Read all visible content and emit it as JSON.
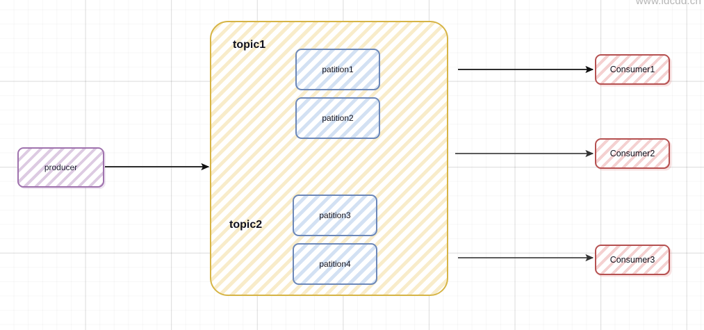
{
  "watermark": {
    "text": "www.idcdd.cn"
  },
  "diagram": {
    "type": "kafka-topic-partition-flow",
    "producer": {
      "label": "producer"
    },
    "topics": [
      {
        "name": "topic1",
        "partitions": [
          {
            "label": "patition1"
          },
          {
            "label": "patition2"
          }
        ]
      },
      {
        "name": "topic2",
        "partitions": [
          {
            "label": "patition3"
          },
          {
            "label": "patition4"
          }
        ]
      }
    ],
    "consumers": [
      {
        "label": "Consumer1"
      },
      {
        "label": "Consumer2"
      },
      {
        "label": "Consumer3"
      }
    ],
    "connections": [
      {
        "from": "producer",
        "to": "topic-container"
      },
      {
        "from": "topic-container",
        "to": "Consumer1"
      },
      {
        "from": "topic-container",
        "to": "Consumer2"
      },
      {
        "from": "topic-container",
        "to": "Consumer3"
      }
    ],
    "colors": {
      "producer_border": "#9f72ad",
      "producer_fill": "#c8b0d0",
      "topic_border": "#d6b445",
      "topic_fill": "#f6e7b4",
      "partition_border": "#6b87b8",
      "partition_fill": "#cfdef2",
      "consumer_border": "#b55050",
      "consumer_fill": "#f3c3c3",
      "arrow": "#1a1a1a",
      "grid": "#dcdcdc"
    }
  }
}
